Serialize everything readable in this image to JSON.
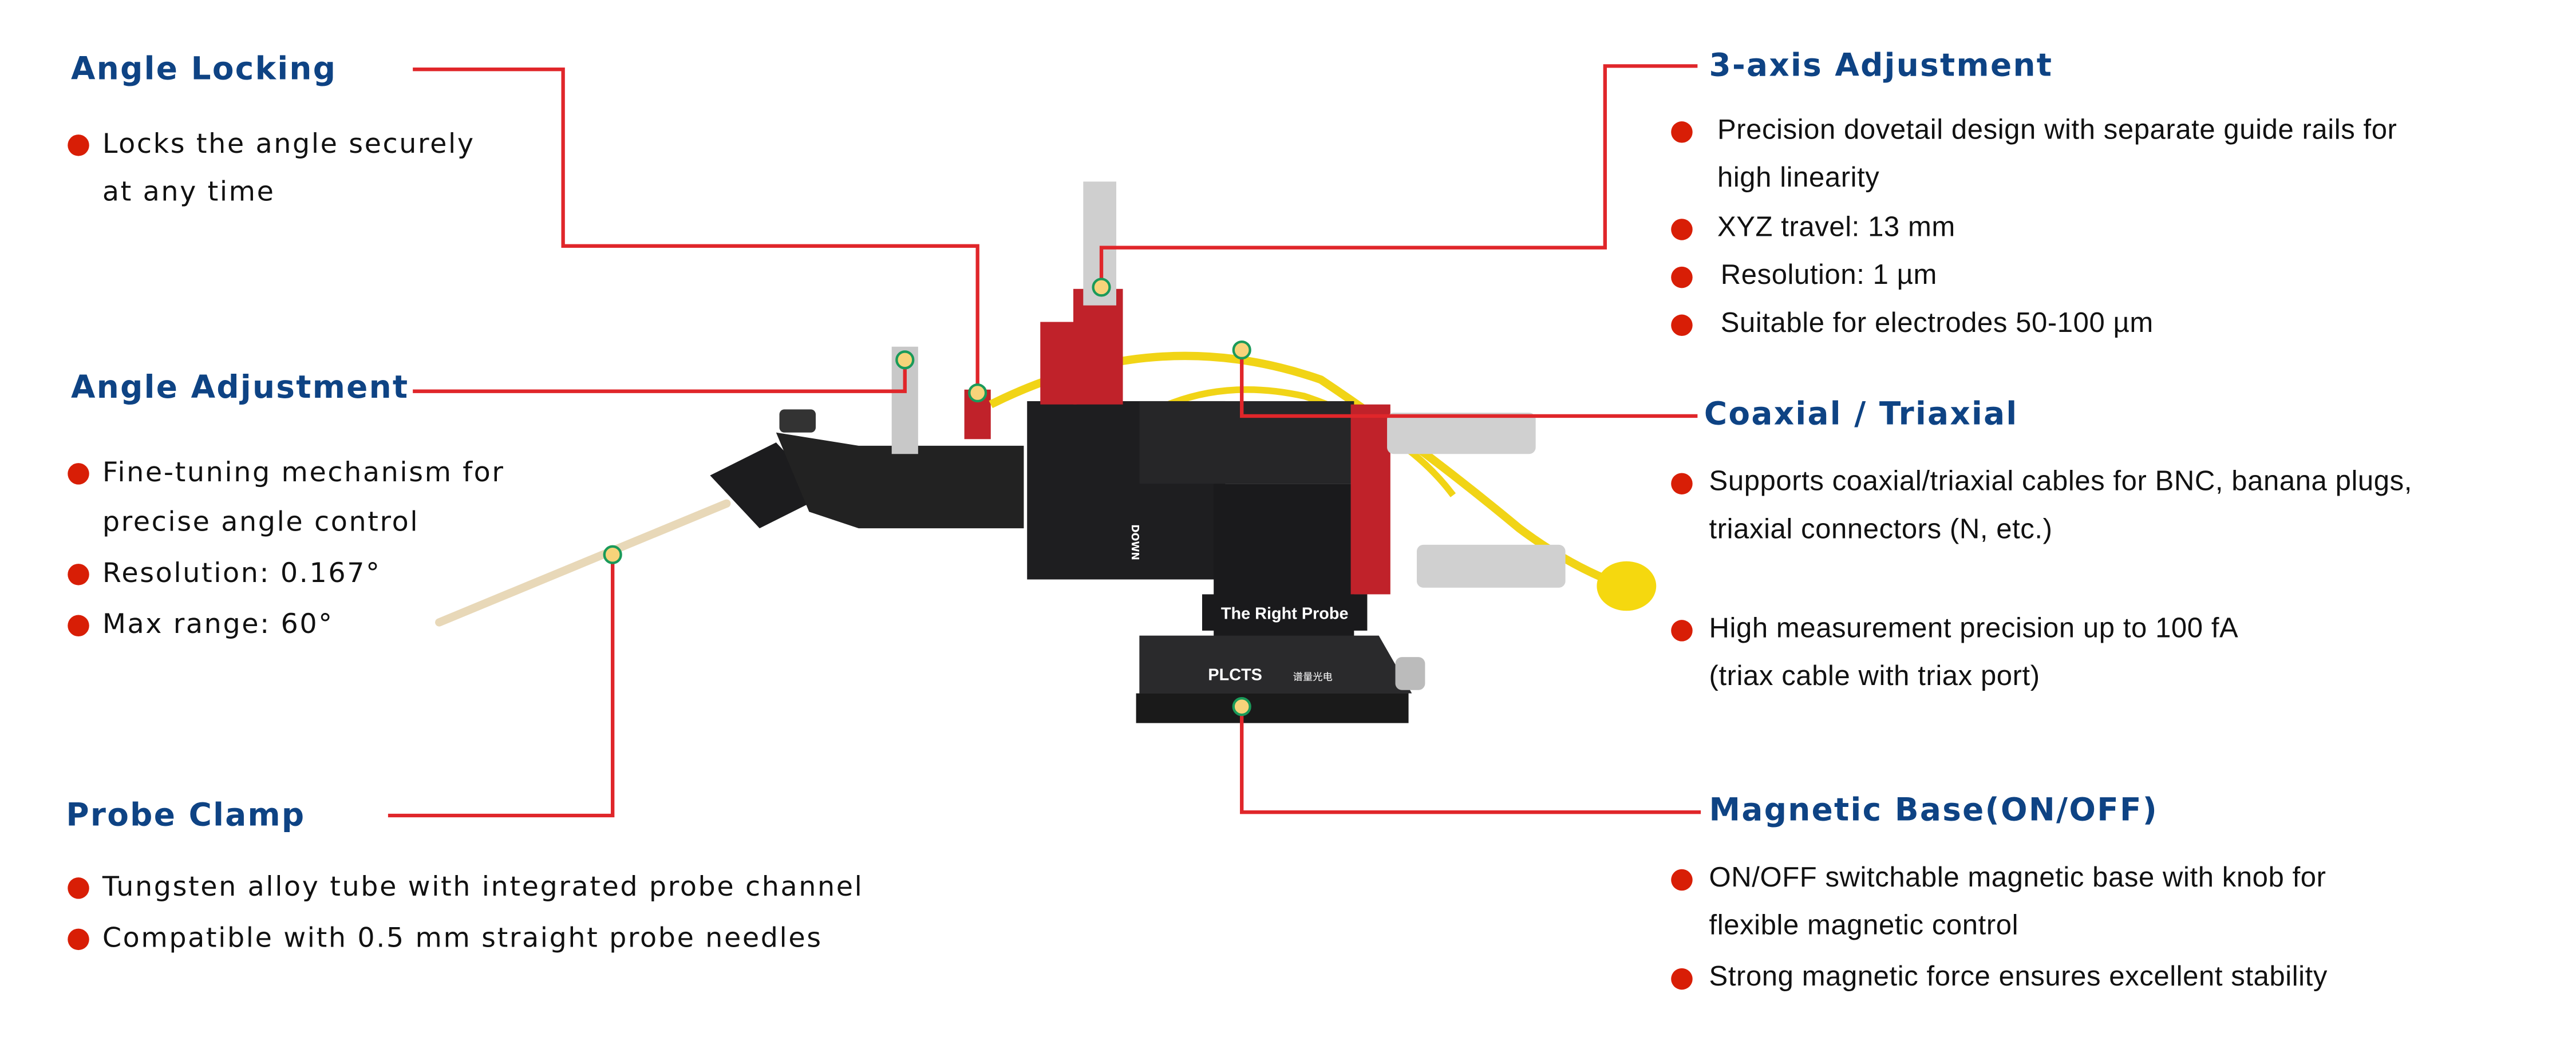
{
  "colors": {
    "title": "#0e4384",
    "leader": "#e0262a",
    "bullet": "#d81e06",
    "marker": "#1a9a5a"
  },
  "sections": {
    "angle_locking": {
      "title": "Angle Locking",
      "lines": [
        "Locks the angle securely",
        "at any time"
      ]
    },
    "angle_adjustment": {
      "title": "Angle Adjustment",
      "lines": [
        "Fine-tuning mechanism for",
        "precise angle control",
        "Resolution: 0.167°",
        "Max range: 60°"
      ]
    },
    "probe_clamp": {
      "title": "Probe Clamp",
      "lines": [
        "Tungsten alloy tube with integrated probe channel",
        "Compatible with 0.5 mm straight probe needles"
      ]
    },
    "three_axis": {
      "title": "3-axis Adjustment",
      "lines": [
        "Precision dovetail design with separate guide rails for",
        "high linearity",
        "XYZ travel: 13 mm",
        "Resolution: 1 µm",
        "Suitable for electrodes 50-100 µm"
      ]
    },
    "coaxial": {
      "title": "Coaxial / Triaxial",
      "lines": [
        "Supports coaxial/triaxial cables for BNC, banana plugs,",
        "triaxial connectors (N, etc.)",
        "High measurement precision up to 100 fA",
        "(triax cable with triax port)"
      ]
    },
    "magnetic": {
      "title": "Magnetic Base(ON/OFF)",
      "lines": [
        "ON/OFF switchable magnetic base with knob for",
        "flexible magnetic control",
        "Strong magnetic force ensures excellent stability"
      ]
    }
  },
  "product": {
    "label_top": "The Right Probe",
    "label_base": "PLCTS",
    "label_base_cn": "谱量光电",
    "down_label": "DOWN"
  }
}
